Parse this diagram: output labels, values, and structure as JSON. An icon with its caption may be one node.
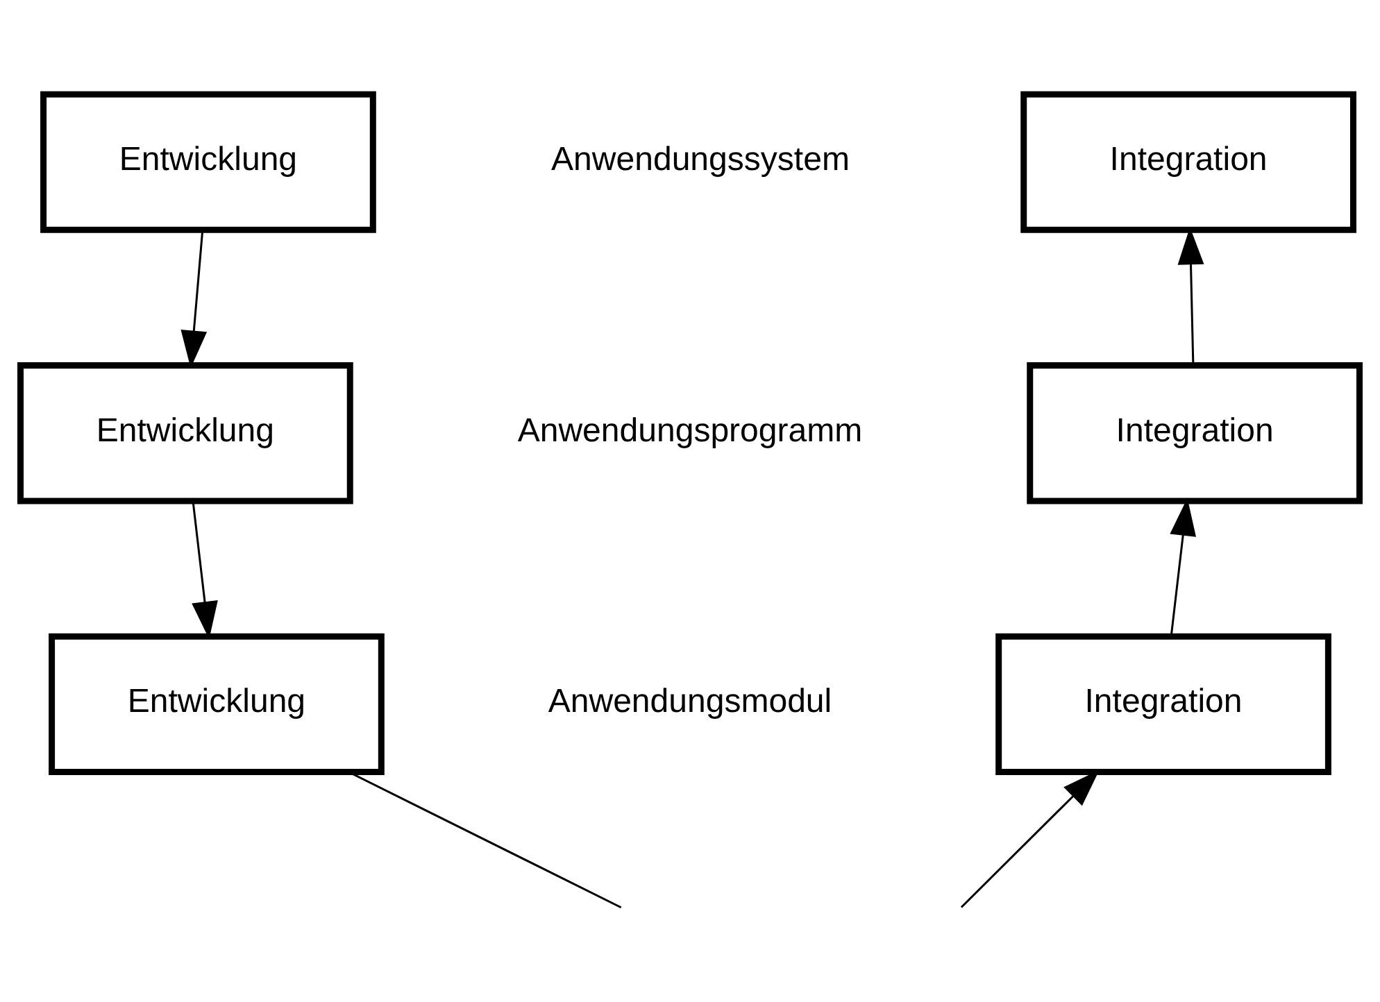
{
  "diagram": {
    "nodes": [
      {
        "text": [
          "Entwicklung"
        ]
      },
      {
        "text": [
          "Integration"
        ]
      },
      {
        "text": [
          "Entwicklung"
        ]
      },
      {
        "text": [
          "Integration"
        ]
      },
      {
        "text": [
          "Entwicklung"
        ]
      },
      {
        "text": [
          "Integration"
        ]
      }
    ],
    "edges": [
      {
        "from": 0,
        "to": 2,
        "arrow": "to"
      },
      {
        "from": 2,
        "to": 4,
        "arrow": "to"
      },
      {
        "from": 4,
        "to": null,
        "arrow": "none"
      },
      {
        "from": null,
        "to": 5,
        "arrow": "to"
      },
      {
        "from": 5,
        "to": 3,
        "arrow": "to"
      },
      {
        "from": 3,
        "to": 1,
        "arrow": "to"
      }
    ],
    "labels": [
      "Anwendungssystem",
      "Anwendungsprogramm",
      "Anwendungsmodul"
    ]
  }
}
